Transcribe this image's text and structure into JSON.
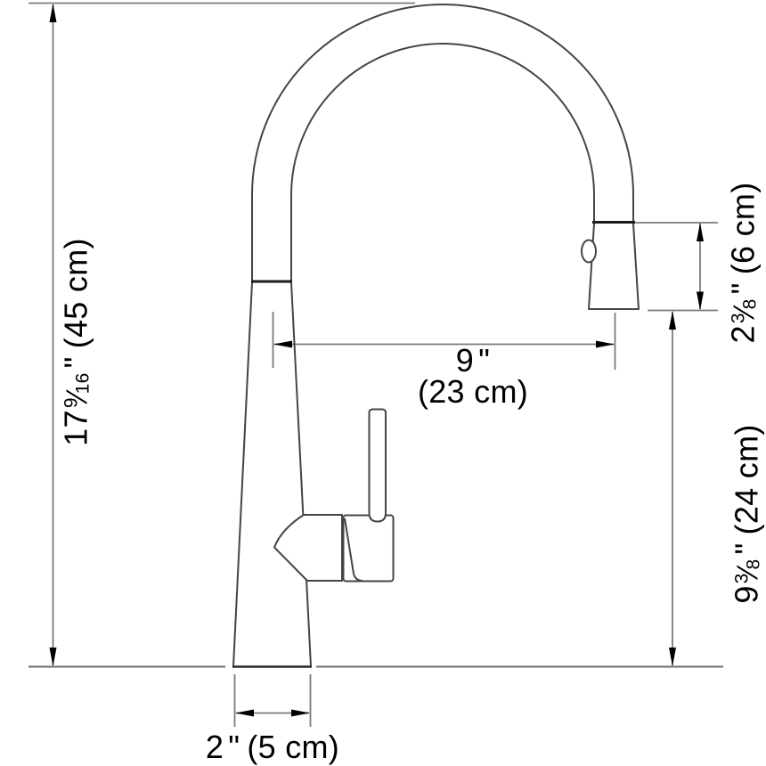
{
  "drawing": {
    "subject": "pull-down kitchen faucet side-view dimension diagram",
    "colors": {
      "background": "#ffffff",
      "outline": "#454545",
      "joint_line": "#1c1c1c",
      "dimension_line": "#7b7b7b",
      "arrowhead": "#000000",
      "text": "#000000"
    }
  },
  "labels": {
    "overall_height": {
      "whole": "17",
      "numerator": "9",
      "denominator": "16",
      "slash": "⁄",
      "inch_mark": "\"",
      "metric": "(45 cm)"
    },
    "spray_head_height": {
      "whole": "2",
      "numerator": "3",
      "denominator": "8",
      "slash": "⁄",
      "inch_mark": "\"",
      "metric": "(6 cm)"
    },
    "spout_reach": {
      "value": "9",
      "inch_mark": "\"",
      "metric": "(23 cm)"
    },
    "clearance_height": {
      "whole": "9",
      "numerator": "3",
      "denominator": "8",
      "slash": "⁄",
      "inch_mark": "\"",
      "metric": "(24 cm)"
    },
    "base_width": {
      "value": "2",
      "inch_mark": "\"",
      "metric": "(5 cm)"
    }
  }
}
